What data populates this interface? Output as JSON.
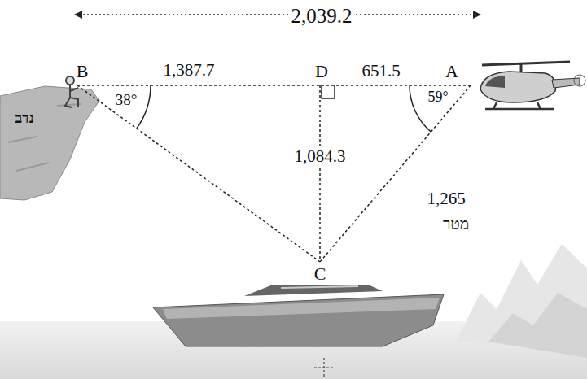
{
  "diagram": {
    "labels": [
      "2,039.2",
      "B",
      "1,387.7",
      "D",
      "651.5",
      "A",
      "38°",
      "59°",
      "1,084.3",
      "1,265",
      "מטר",
      "C",
      "נדב"
    ]
  }
}
